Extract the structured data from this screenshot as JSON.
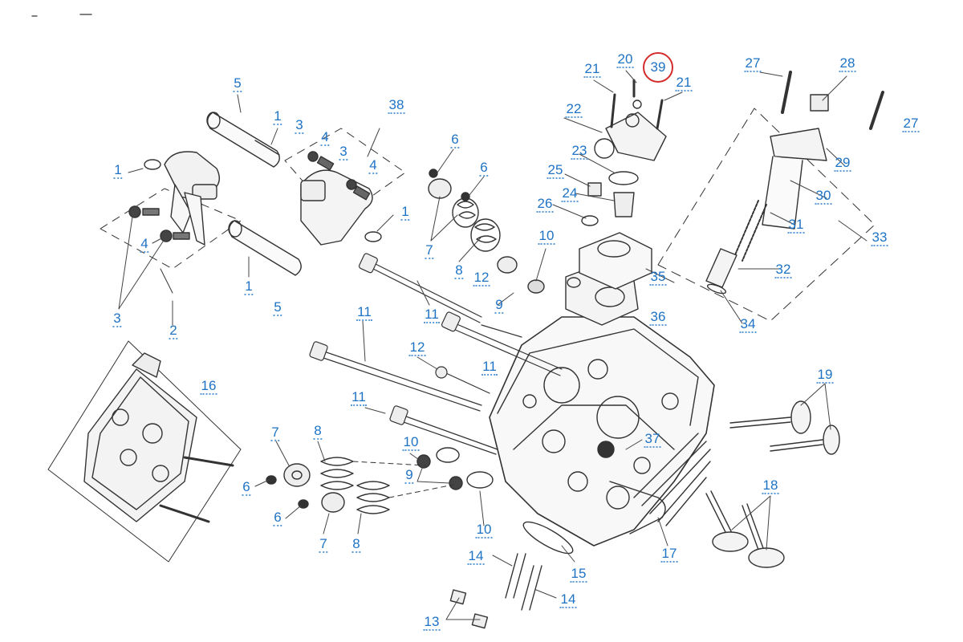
{
  "diagram": {
    "title": "Cylinder head exploded parts diagram",
    "highlight_color": "#d42c2c",
    "label_color": "#1f73c4",
    "highlighted_part": "39",
    "callouts": [
      {
        "id": "c5a",
        "label": "5"
      },
      {
        "id": "c1a",
        "label": "1"
      },
      {
        "id": "c38",
        "label": "38"
      },
      {
        "id": "c3a",
        "label": "3"
      },
      {
        "id": "c4a",
        "label": "4"
      },
      {
        "id": "c3b",
        "label": "3"
      },
      {
        "id": "c4b",
        "label": "4"
      },
      {
        "id": "c1b",
        "label": "1"
      },
      {
        "id": "c1c",
        "label": "1"
      },
      {
        "id": "c4c",
        "label": "4"
      },
      {
        "id": "c3c",
        "label": "3"
      },
      {
        "id": "c2",
        "label": "2"
      },
      {
        "id": "c1d",
        "label": "1"
      },
      {
        "id": "c5b",
        "label": "5"
      },
      {
        "id": "c6a",
        "label": "6"
      },
      {
        "id": "c6b",
        "label": "6"
      },
      {
        "id": "c7a",
        "label": "7"
      },
      {
        "id": "c8a",
        "label": "8"
      },
      {
        "id": "c12a",
        "label": "12"
      },
      {
        "id": "c10a",
        "label": "10"
      },
      {
        "id": "c9a",
        "label": "9"
      },
      {
        "id": "c11a",
        "label": "11"
      },
      {
        "id": "c11b",
        "label": "11"
      },
      {
        "id": "c12b",
        "label": "12"
      },
      {
        "id": "c11c",
        "label": "11"
      },
      {
        "id": "c11d",
        "label": "11"
      },
      {
        "id": "c16",
        "label": "16"
      },
      {
        "id": "c7b",
        "label": "7"
      },
      {
        "id": "c8b",
        "label": "8"
      },
      {
        "id": "c6c",
        "label": "6"
      },
      {
        "id": "c10b",
        "label": "10"
      },
      {
        "id": "c9b",
        "label": "9"
      },
      {
        "id": "c6d",
        "label": "6"
      },
      {
        "id": "c7c",
        "label": "7"
      },
      {
        "id": "c8c",
        "label": "8"
      },
      {
        "id": "c10c",
        "label": "10"
      },
      {
        "id": "c14a",
        "label": "14"
      },
      {
        "id": "c15",
        "label": "15"
      },
      {
        "id": "c14b",
        "label": "14"
      },
      {
        "id": "c13",
        "label": "13"
      },
      {
        "id": "c17",
        "label": "17"
      },
      {
        "id": "c37",
        "label": "37"
      },
      {
        "id": "c18",
        "label": "18"
      },
      {
        "id": "c19",
        "label": "19"
      },
      {
        "id": "c21a",
        "label": "21"
      },
      {
        "id": "c20",
        "label": "20"
      },
      {
        "id": "c39",
        "label": "39"
      },
      {
        "id": "c21b",
        "label": "21"
      },
      {
        "id": "c22",
        "label": "22"
      },
      {
        "id": "c23",
        "label": "23"
      },
      {
        "id": "c25",
        "label": "25"
      },
      {
        "id": "c24",
        "label": "24"
      },
      {
        "id": "c26",
        "label": "26"
      },
      {
        "id": "c35",
        "label": "35"
      },
      {
        "id": "c36",
        "label": "36"
      },
      {
        "id": "c27a",
        "label": "27"
      },
      {
        "id": "c28",
        "label": "28"
      },
      {
        "id": "c27b",
        "label": "27"
      },
      {
        "id": "c29",
        "label": "29"
      },
      {
        "id": "c30",
        "label": "30"
      },
      {
        "id": "c31",
        "label": "31"
      },
      {
        "id": "c33",
        "label": "33"
      },
      {
        "id": "c32",
        "label": "32"
      },
      {
        "id": "c34",
        "label": "34"
      }
    ]
  }
}
